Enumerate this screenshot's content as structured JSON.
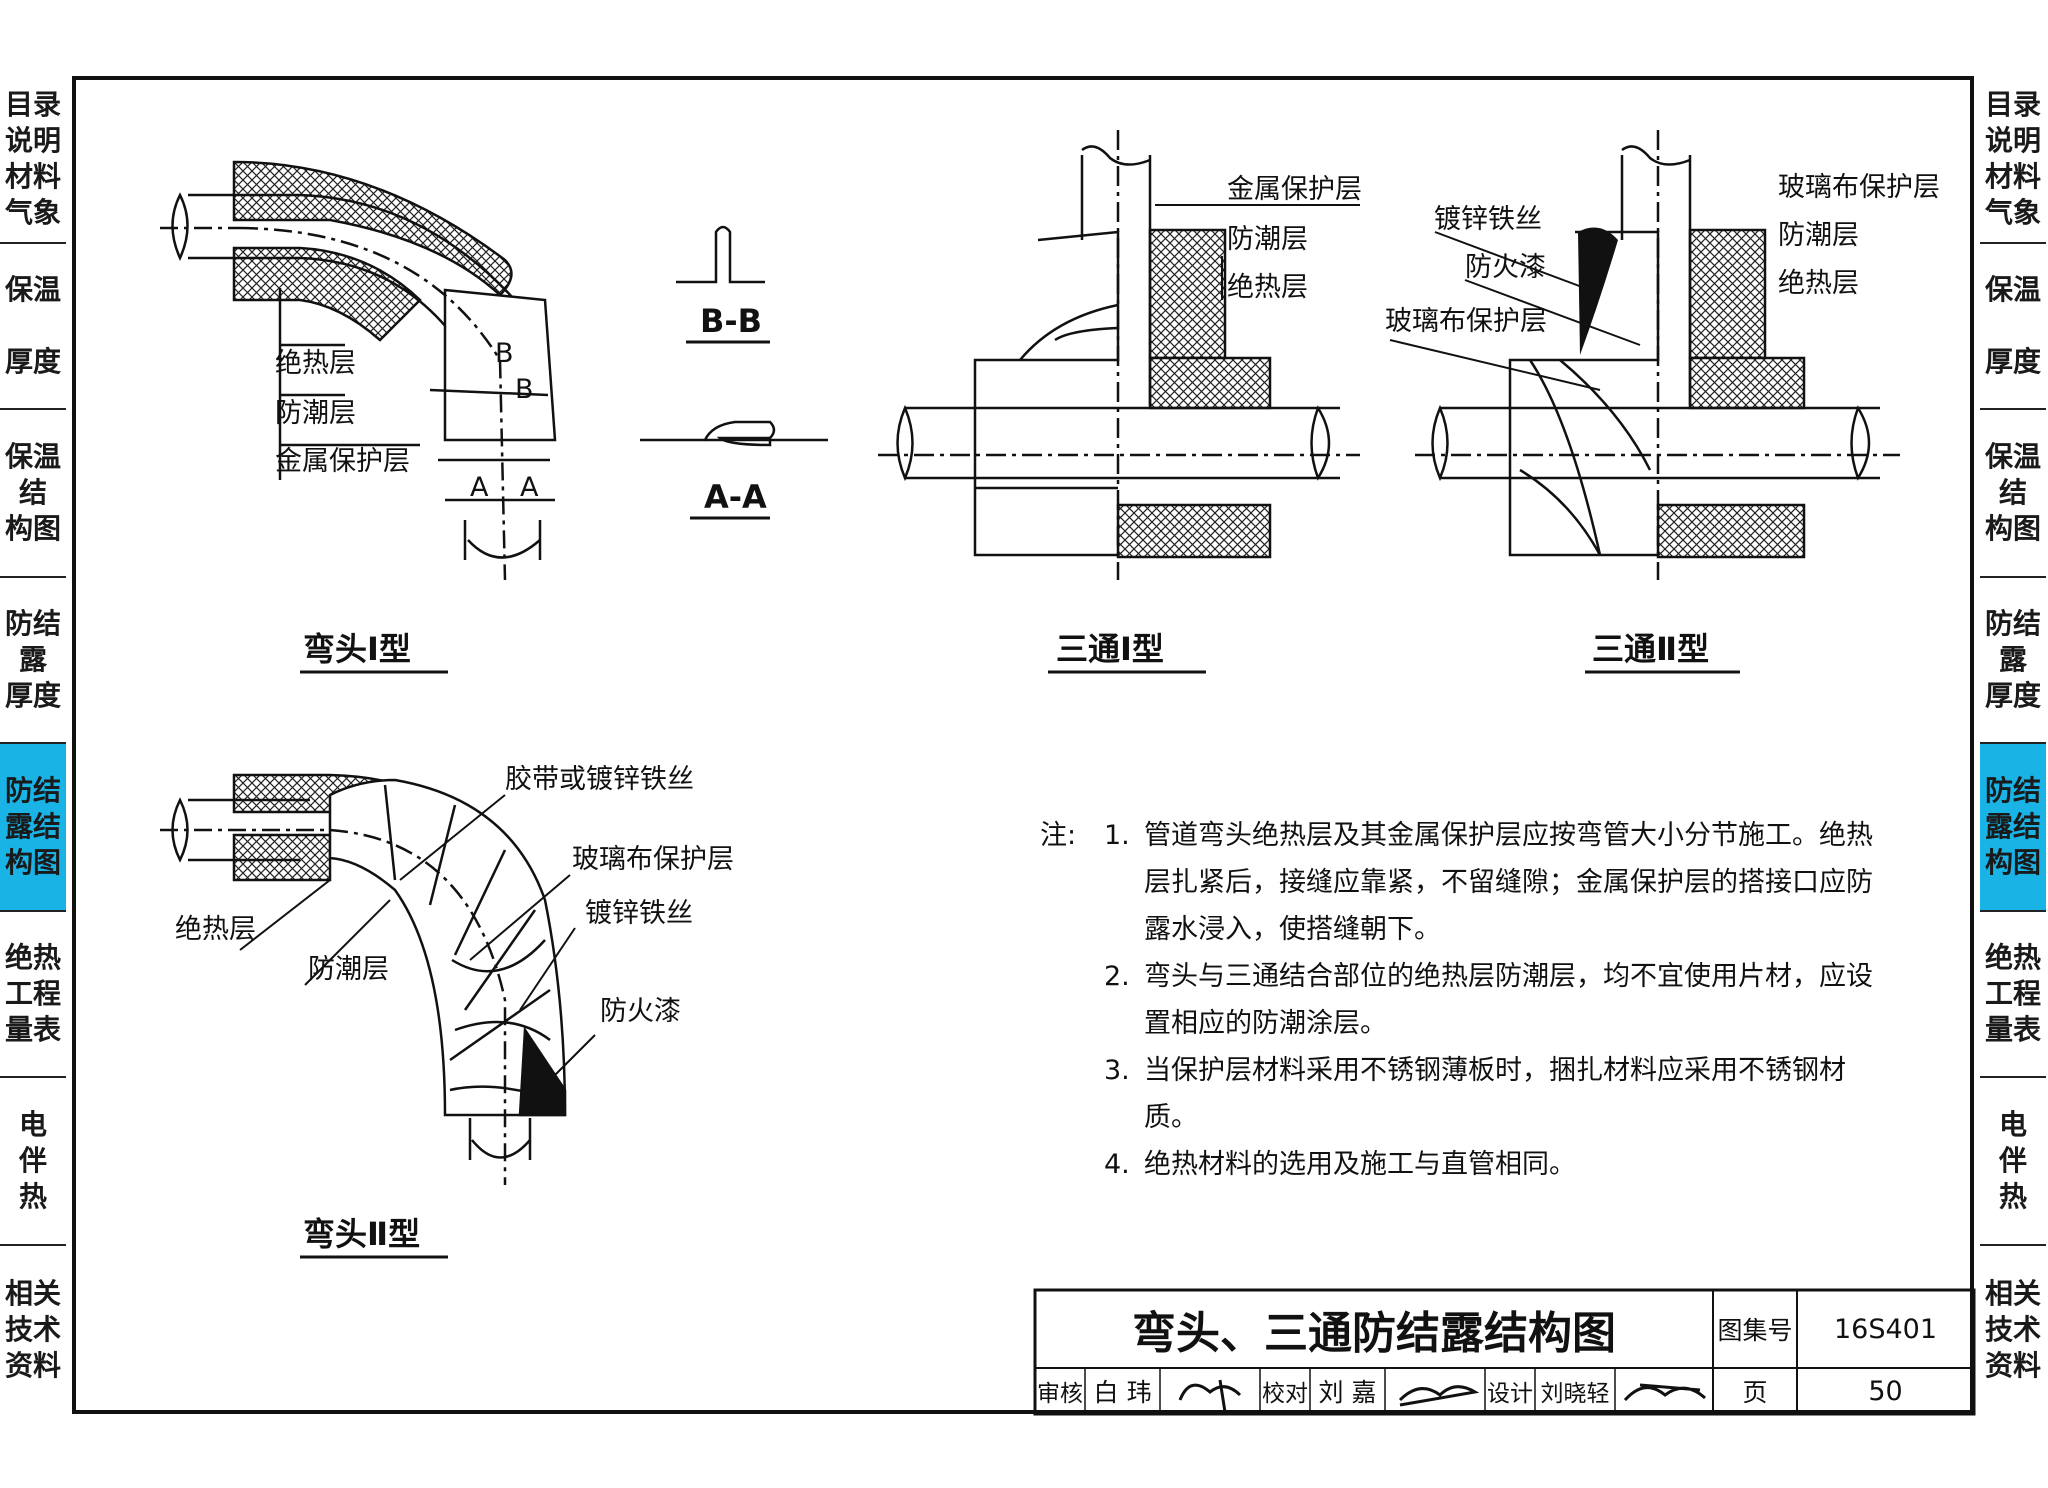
{
  "sidebar": {
    "items": [
      {
        "label": "目录\n说明\n材料\n气象",
        "active": false
      },
      {
        "label": "保温\n\n厚度",
        "active": false
      },
      {
        "label": "保温\n结\n构图",
        "active": false
      },
      {
        "label": "防结\n露\n厚度",
        "active": false
      },
      {
        "label": "防结\n露结\n构图",
        "active": true
      },
      {
        "label": "绝热\n工程\n量表",
        "active": false
      },
      {
        "label": "电\n伴\n热",
        "active": false
      },
      {
        "label": "相关\n技术\n资料",
        "active": false
      }
    ],
    "active_color": "#19b3e6"
  },
  "figures": {
    "elbow1": {
      "title": "弯头Ⅰ型",
      "labels": {
        "insulation": "绝热层",
        "moisture": "防潮层",
        "metal": "金属保护层"
      },
      "section_marks": {
        "a": "A",
        "b": "B"
      }
    },
    "sections": {
      "bb": "B-B",
      "aa": "A-A"
    },
    "tee1": {
      "title": "三通Ⅰ型",
      "labels": {
        "metal": "金属保护层",
        "moisture": "防潮层",
        "insulation": "绝热层"
      }
    },
    "tee2": {
      "title": "三通Ⅱ型",
      "labels": {
        "wire": "镀锌铁丝",
        "paint": "防火漆",
        "glass_left": "玻璃布保护层",
        "glass_right": "玻璃布保护层",
        "moisture": "防潮层",
        "insulation": "绝热层"
      }
    },
    "elbow2": {
      "title": "弯头Ⅱ型",
      "labels": {
        "tape": "胶带或镀锌铁丝",
        "glass": "玻璃布保护层",
        "wire": "镀锌铁丝",
        "paint": "防火漆",
        "insulation": "绝热层",
        "moisture": "防潮层"
      }
    }
  },
  "notes": {
    "lead": "注:",
    "items": [
      {
        "num": "1.",
        "text": "管道弯头绝热层及其金属保护层应按弯管大小分节施工。绝热层扎紧后，接缝应靠紧，不留缝隙；金属保护层的搭接口应防露水浸入，使搭缝朝下。"
      },
      {
        "num": "2.",
        "text": "弯头与三通结合部位的绝热层防潮层，均不宜使用片材，应设置相应的防潮涂层。"
      },
      {
        "num": "3.",
        "text": "当保护层材料采用不锈钢薄板时，捆扎材料应采用不锈钢材质。"
      },
      {
        "num": "4.",
        "text": "绝热材料的选用及施工与直管相同。"
      }
    ]
  },
  "title_block": {
    "title": "弯头、三通防结露结构图",
    "atlas_label": "图集号",
    "atlas_no": "16S401",
    "review_label": "审核",
    "reviewer": "白 玮",
    "check_label": "校对",
    "checker": "刘 嘉",
    "design_label": "设计",
    "designer": "刘晓轻",
    "page_label": "页",
    "page_no": "50"
  }
}
